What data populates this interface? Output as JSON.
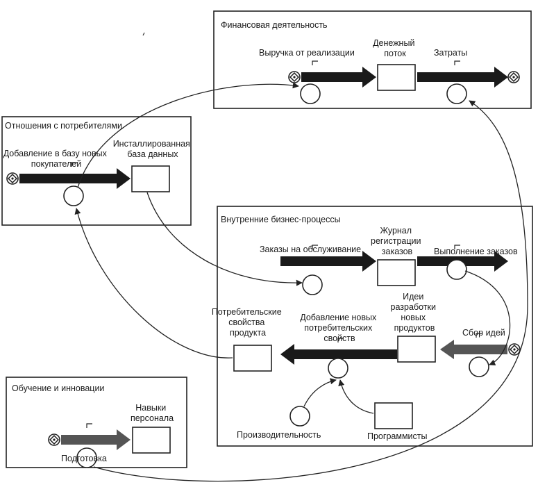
{
  "sections": {
    "financial": {
      "title": "Финансовая деятельность",
      "revenue": "Выручка от реализации",
      "cashflow": [
        "Денежный",
        "поток"
      ],
      "costs": "Затраты"
    },
    "customers": {
      "title": "Отношения с потребителями",
      "add_customers": [
        "Добавление в базу новых",
        "покупателей"
      ],
      "installed_base": [
        "Инсталлированная",
        "база данных"
      ]
    },
    "internal": {
      "title": "Внутренние бизнес-процессы",
      "service_orders": "Заказы на обслуживание",
      "order_log": [
        "Журнал",
        "регистрации",
        "заказов"
      ],
      "order_fulfillment": "Выполнение заказов",
      "product_properties": [
        "Потребительские",
        "свойства",
        "продукта"
      ],
      "add_properties": [
        "Добавление новых",
        "потребительских",
        "свойств"
      ],
      "ideas": [
        "Идеи",
        "разработки",
        "новых",
        "продуктов"
      ],
      "idea_collection": "Сбор идей",
      "productivity": "Производительность",
      "programmers": "Программисты"
    },
    "learning": {
      "title": "Обучение и инновации",
      "skills": [
        "Навыки",
        "персонала"
      ],
      "training": "Подготовка"
    }
  }
}
